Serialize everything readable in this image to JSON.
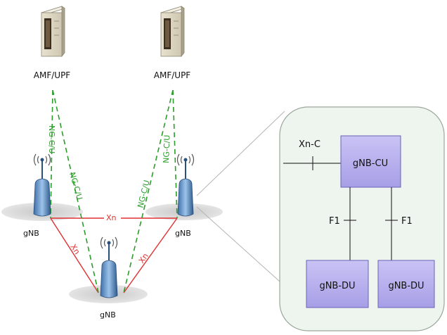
{
  "nodes": {
    "amf_left": "AMF/UPF",
    "amf_right": "AMF/UPF",
    "gnb_left": "gNB",
    "gnb_right": "gNB",
    "gnb_bottom": "gNB"
  },
  "links": {
    "ng1": "NG-C/U",
    "ng2": "NG-C/U",
    "ng3": "NG-C/U",
    "ng4": "NG-C/U",
    "xn_top": "Xn",
    "xn_left": "Xn",
    "xn_right": "Xn"
  },
  "detail": {
    "xn_c": "Xn-C",
    "cu": "gNB-CU",
    "f1_left": "F1",
    "f1_right": "F1",
    "du_left": "gNB-DU",
    "du_right": "gNB-DU"
  },
  "colors": {
    "ng_link": "#2a9d2a",
    "xn_link": "#e03030",
    "box_fill": "#b9b2ee",
    "box_stroke": "#6a62b8",
    "panel_fill": "#eef4ee",
    "panel_stroke": "#9aa79a"
  }
}
